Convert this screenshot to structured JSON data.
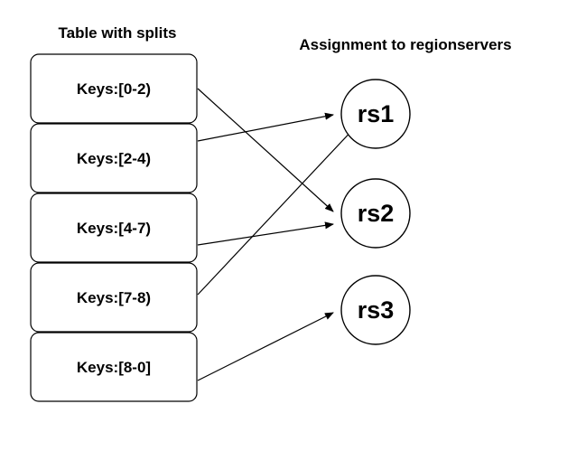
{
  "table_heading": "Table with splits",
  "assignment_heading": "Assignment to regionservers",
  "regions": [
    {
      "label": "Keys:[0-2)",
      "server": "rs2"
    },
    {
      "label": "Keys:[2-4)",
      "server": "rs1"
    },
    {
      "label": "Keys:[4-7)",
      "server": "rs2"
    },
    {
      "label": "Keys:[7-8)",
      "server": "rs1"
    },
    {
      "label": "Keys:[8-0]",
      "server": "rs3"
    }
  ],
  "servers": [
    {
      "id": "rs1",
      "label": "rs1"
    },
    {
      "id": "rs2",
      "label": "rs2"
    },
    {
      "id": "rs3",
      "label": "rs3"
    }
  ]
}
